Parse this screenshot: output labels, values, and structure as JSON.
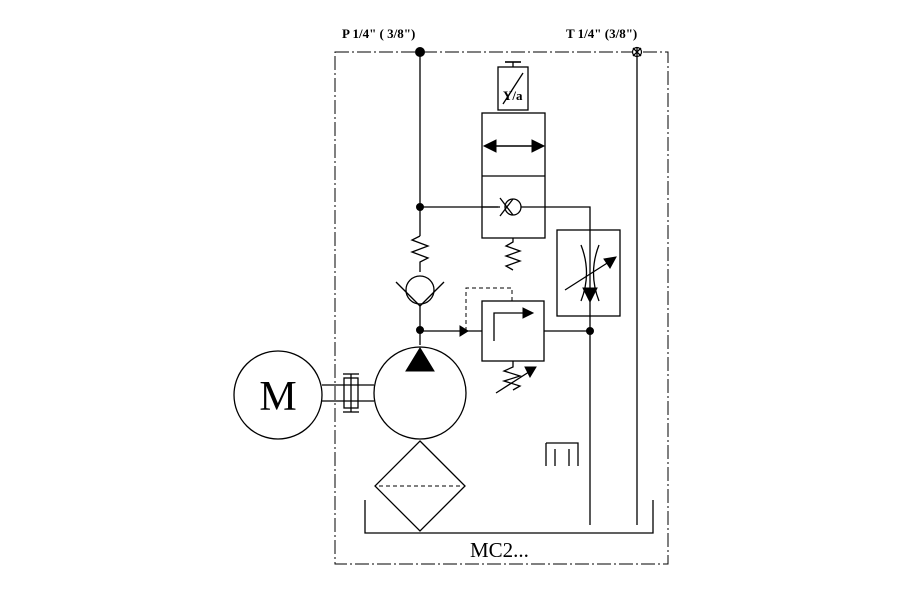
{
  "labels": {
    "pressure_port": "P 1/4\" ( 3/8\")",
    "tank_port": "T 1/4\" (3/8\")",
    "motor": "M",
    "model": "MC2...",
    "solenoid": "Y/a"
  },
  "colors": {
    "line": "#000000",
    "background": "#ffffff"
  }
}
